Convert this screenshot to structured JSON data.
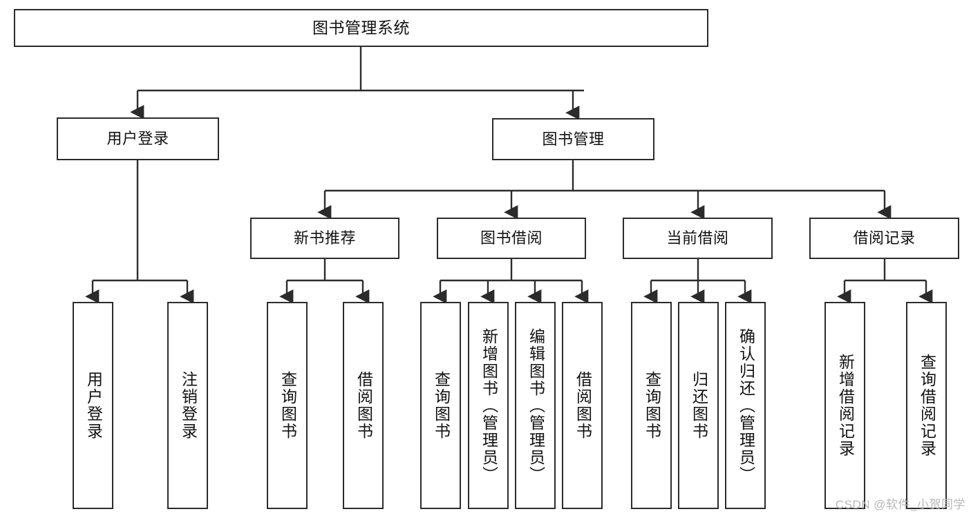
{
  "diagram": {
    "title": "图书管理系统",
    "type": "tree-hierarchy-chart",
    "colors": {
      "node_border": "#2b2b2b",
      "node_fill": "#ffffff",
      "edge": "#2b2b2b",
      "text": "#111111",
      "watermark": "#b6b6b6",
      "background": "#ffffff"
    },
    "root": {
      "label": "图书管理系统"
    },
    "level2": [
      {
        "label": "用户登录"
      },
      {
        "label": "图书管理"
      }
    ],
    "level3": [
      {
        "label": "新书推荐"
      },
      {
        "label": "图书借阅"
      },
      {
        "label": "当前借阅"
      },
      {
        "label": "借阅记录"
      }
    ],
    "leaves": {
      "user_login": [
        {
          "label": "用户登录"
        },
        {
          "label": "注销登录"
        }
      ],
      "new_book_recommend": [
        {
          "label": "查询图书"
        },
        {
          "label": "借阅图书"
        }
      ],
      "book_borrow": [
        {
          "label": "查询图书"
        },
        {
          "label": "新增图书（管理员）"
        },
        {
          "label": "编辑图书（管理员）"
        },
        {
          "label": "借阅图书"
        }
      ],
      "current_borrow": [
        {
          "label": "查询图书"
        },
        {
          "label": "归还图书"
        },
        {
          "label": "确认归还（管理员）"
        }
      ],
      "borrow_records": [
        {
          "label": "新增借阅记录"
        },
        {
          "label": "查询借阅记录"
        }
      ]
    }
  },
  "watermark": {
    "text": "CSDN @软件_小贺同学"
  }
}
